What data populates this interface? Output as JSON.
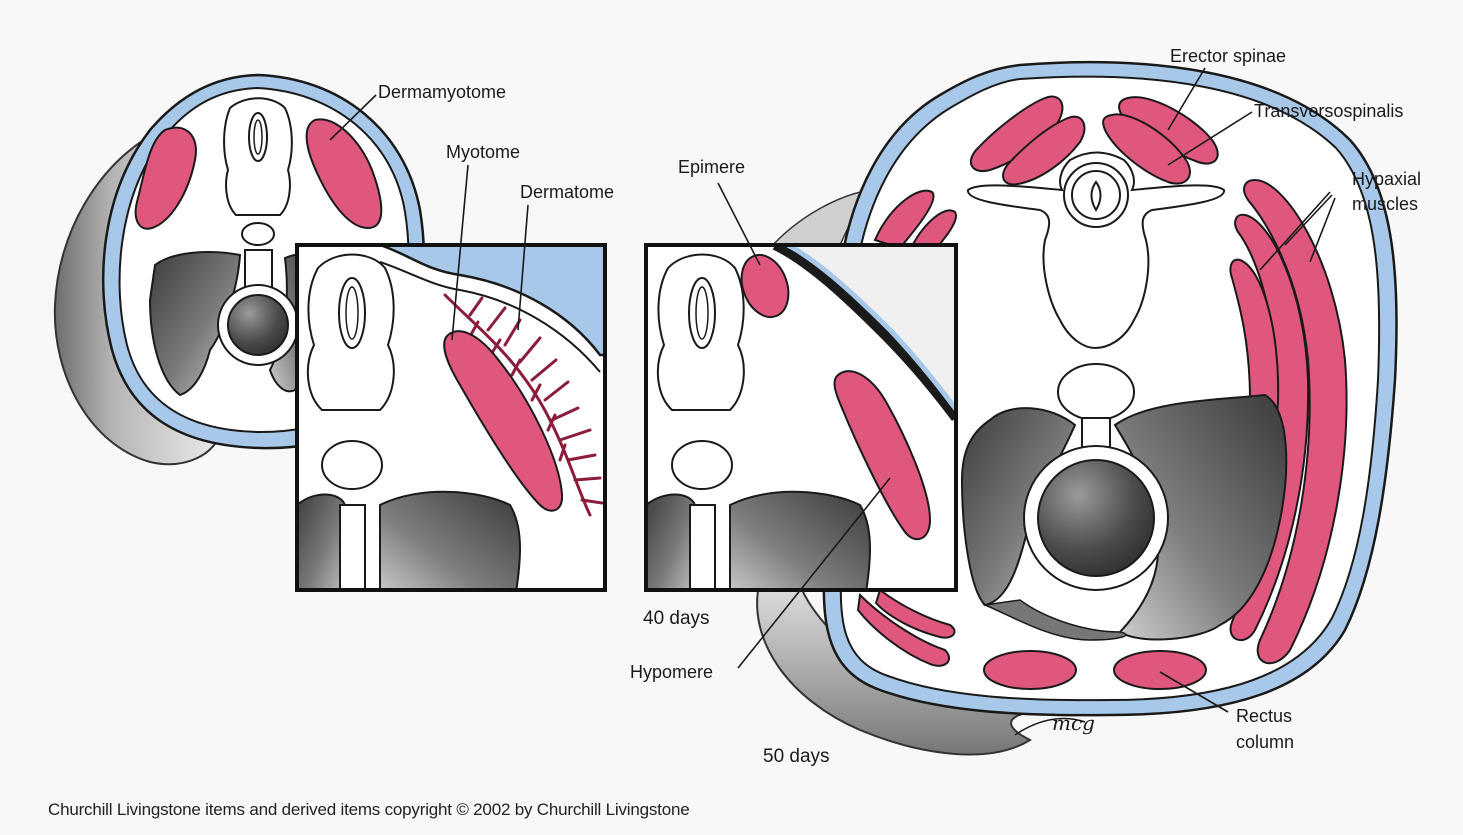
{
  "labels": {
    "dermamyotome": "Dermamyotome",
    "myotome": "Myotome",
    "dermatome": "Dermatome",
    "epimere": "Epimere",
    "hypomere": "Hypomere",
    "erector_spinae": "Erector spinae",
    "transversospinalis": "Transversospinalis",
    "hypaxial_line1": "Hypaxial",
    "hypaxial_line2": "muscles",
    "rectus_line1": "Rectus",
    "rectus_line2": "column",
    "days_40": "40 days",
    "days_50": "50 days",
    "signature": "mcg"
  },
  "caption": "Churchill Livingstone items and derived items copyright © 2002 by Churchill Livingstone",
  "colors": {
    "muscle": "#e0577e",
    "skin_blue": "#a7c8e8",
    "outline": "#1a1a1a",
    "grey_dark": "#5e5e5e",
    "grey_mid": "#8f8f8f",
    "grey_light": "#cfcfcf",
    "background": "#f8f8f8"
  }
}
